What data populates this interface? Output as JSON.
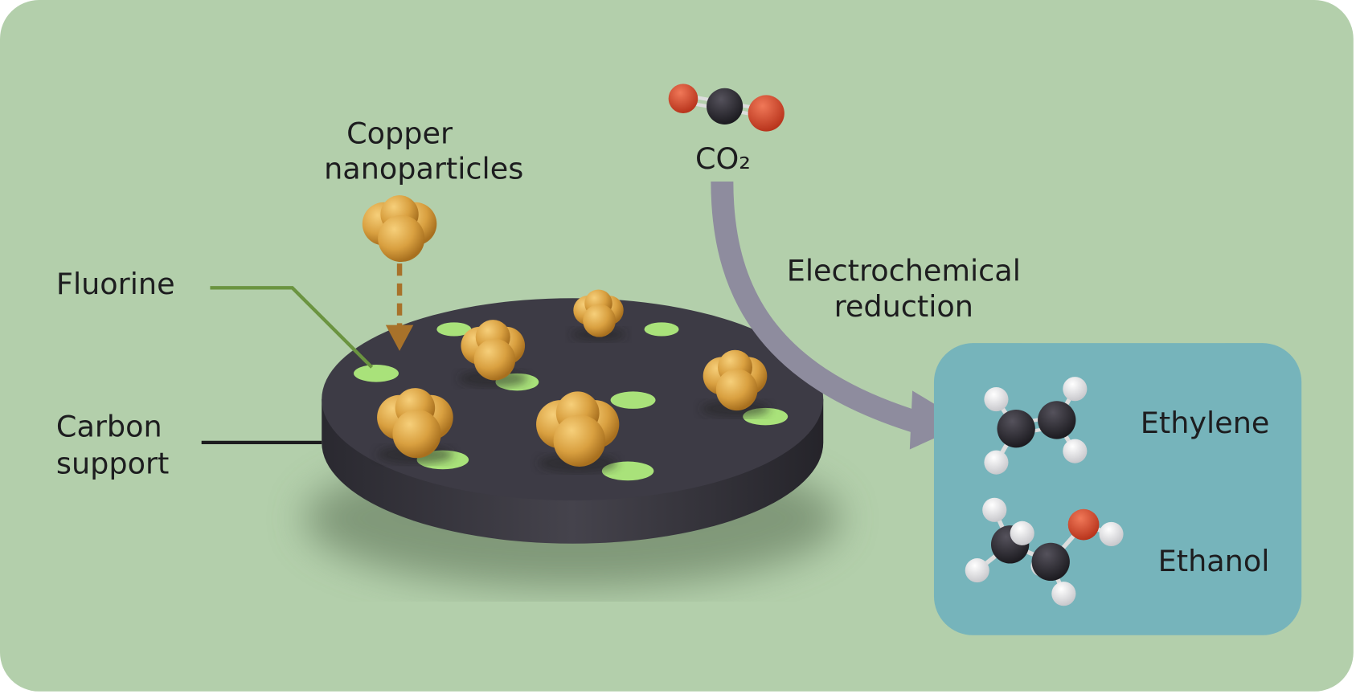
{
  "labels": {
    "copper_line1": "Copper",
    "copper_line2": "nanoparticles",
    "fluorine": "Fluorine",
    "carbon_line1": "Carbon",
    "carbon_line2": "support",
    "co2": "CO₂",
    "reduction_line1": "Electrochemical",
    "reduction_line2": "reduction",
    "ethylene": "Ethylene",
    "ethanol": "Ethanol"
  },
  "colors": {
    "background": "#b3cfab",
    "product_box": "#76b4bb",
    "arrow": "#8e8c9e",
    "disc": "#3a3842",
    "fluorine_patch": "#a9e27a",
    "copper": "#d9a040",
    "carbon_atom": "#2d2b33",
    "oxygen_atom": "#d9482e",
    "hydrogen_atom": "#f2f2f4"
  }
}
